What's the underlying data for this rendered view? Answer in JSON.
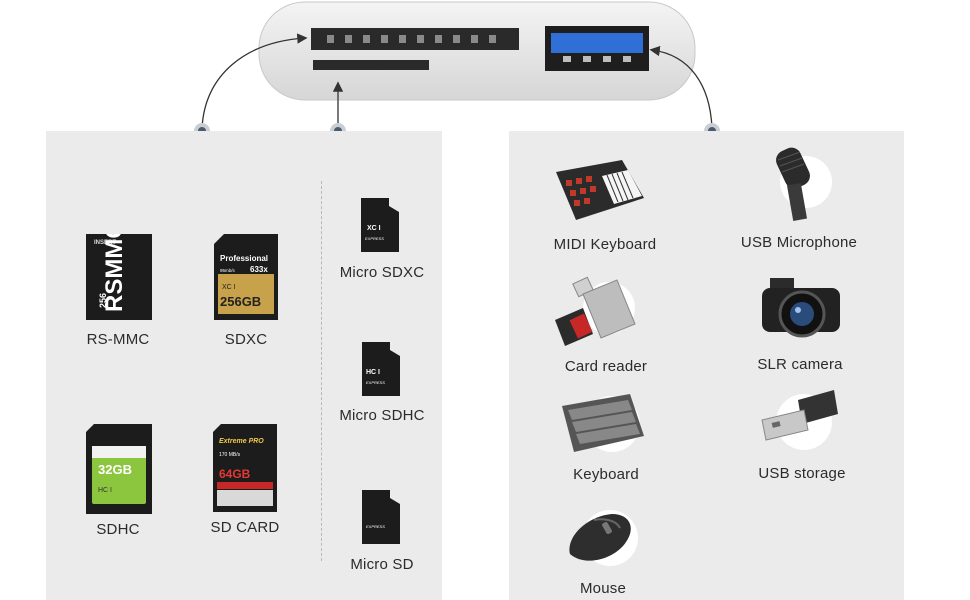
{
  "left_panel": {
    "cards": [
      {
        "label": "RS-MMC",
        "card_text": [
          "INSERT",
          "RS",
          "MMC",
          "256"
        ]
      },
      {
        "label": "SDXC",
        "card_text": [
          "Professional",
          "633x",
          "95mb/s",
          "XC I",
          "256GB"
        ]
      },
      {
        "label": "SDHC",
        "card_text": [
          "32GB",
          "HC I"
        ]
      },
      {
        "label": "SD CARD",
        "card_text": [
          "Extreme PRO",
          "170 MB/s",
          "64GB"
        ]
      },
      {
        "label": "Micro SDXC",
        "card_text": [
          "XC I",
          "EXPRESS"
        ]
      },
      {
        "label": "Micro SDHC",
        "card_text": [
          "HC I",
          "EXPRESS"
        ]
      },
      {
        "label": "Micro SD",
        "card_text": [
          "EXPRESS"
        ]
      }
    ]
  },
  "right_panel": {
    "devices": [
      {
        "label": "MIDI Keyboard",
        "icon": "midi-keyboard-icon"
      },
      {
        "label": "USB Microphone",
        "icon": "usb-microphone-icon"
      },
      {
        "label": "Card reader",
        "icon": "card-reader-icon"
      },
      {
        "label": "SLR camera",
        "icon": "slr-camera-icon"
      },
      {
        "label": "Keyboard",
        "icon": "keyboard-icon"
      },
      {
        "label": "USB storage",
        "icon": "usb-storage-icon"
      },
      {
        "label": "Mouse",
        "icon": "mouse-icon"
      }
    ]
  },
  "colors": {
    "panel_bg": "#ebebeb",
    "adapter_body": "#e6e6e6",
    "usb_port_blue": "#2f6fd6",
    "connector_dot": "#4a5a6a"
  }
}
